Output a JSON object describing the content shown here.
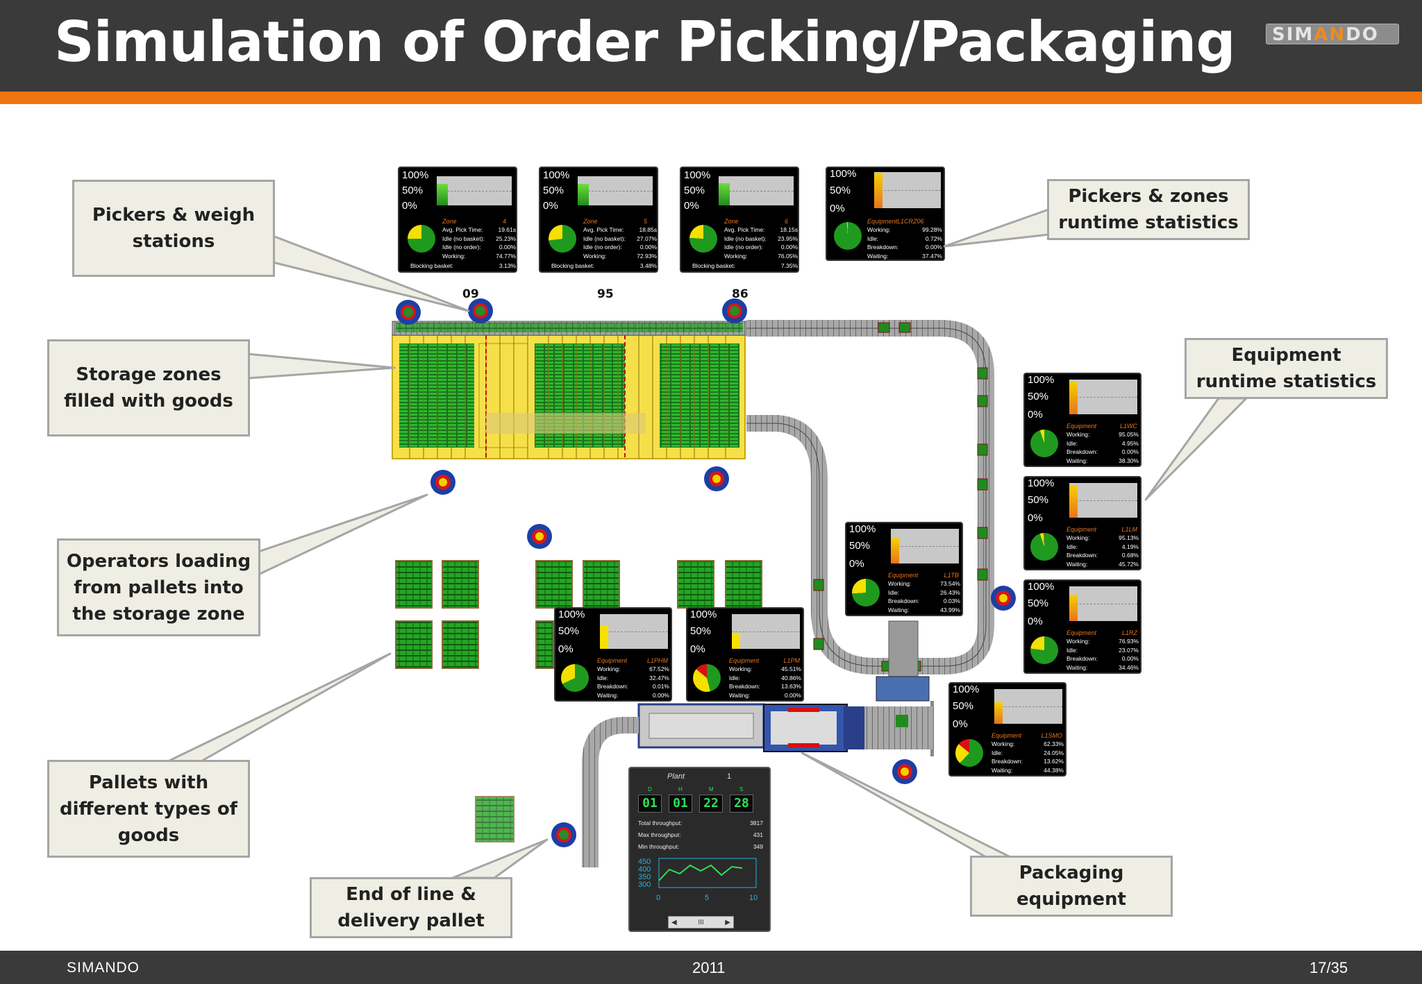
{
  "header": {
    "title": "Simulation of Order Picking/Packaging",
    "logo_a": "SIM",
    "logo_b": "AN",
    "logo_c": "DO"
  },
  "footer": {
    "brand": "SIMANDO",
    "year": "2011",
    "page": "17/35"
  },
  "colors": {
    "header_bg": "#3a3a3a",
    "accent": "#ee7510",
    "callout_bg": "#eeeee4",
    "callout_border": "#a5a5a5"
  },
  "callouts": {
    "pickers_weigh": "Pickers & weigh stations",
    "storage_zones": "Storage zones filled with goods",
    "operators_loading": "Operators loading from pallets into the storage zone",
    "pallets_types": "Pallets with different types of goods",
    "end_of_line": "End of line & delivery pallet",
    "pickers_zones_stats": "Pickers & zones runtime statistics",
    "equipment_stats": "Equipment runtime statistics",
    "packaging_equipment": "Packaging equipment"
  },
  "axis": {
    "p100": "100%",
    "p50": "50%",
    "p0": "0%"
  },
  "station_numbers": {
    "s1": "09",
    "s2": "95",
    "s3": "86"
  },
  "zone_panels": [
    {
      "label": "Zone",
      "id": "4",
      "avg_label": "Avg. Pick Time:",
      "avg": "19.61s",
      "idle_basket_label": "Idle (no basket):",
      "idle_basket": "25.23%",
      "idle_order_label": "Idle (no order):",
      "idle_order": "0.00%",
      "working_label": "Working:",
      "working": "74.77%",
      "blocking_label": "Blocking basket:",
      "blocking": "3.13%",
      "working_frac": 0.75
    },
    {
      "label": "Zone",
      "id": "5",
      "avg_label": "Avg. Pick Time:",
      "avg": "18.85s",
      "idle_basket_label": "Idle (no basket):",
      "idle_basket": "27.07%",
      "idle_order_label": "Idle (no order):",
      "idle_order": "0.00%",
      "working_label": "Working:",
      "working": "72.93%",
      "blocking_label": "Blocking basket:",
      "blocking": "3.48%",
      "working_frac": 0.73
    },
    {
      "label": "Zone",
      "id": "6",
      "avg_label": "Avg. Pick Time:",
      "avg": "18.15s",
      "idle_basket_label": "Idle (no basket):",
      "idle_basket": "23.95%",
      "idle_order_label": "Idle (no order):",
      "idle_order": "0.00%",
      "working_label": "Working:",
      "working": "76.05%",
      "blocking_label": "Blocking basket:",
      "blocking": "7.35%",
      "working_frac": 0.76
    }
  ],
  "equipment_panels": {
    "crz": {
      "title": "EquipmentL1CRZ06",
      "working": "99.28%",
      "idle": "0.72%",
      "breakdown": "0.00%",
      "waiting": "37.47%",
      "working_frac": 0.99,
      "breakdown_frac": 0.0
    },
    "wc": {
      "label": "Equipment",
      "id": "L1WC",
      "working": "95.05%",
      "idle": "4.95%",
      "breakdown": "0.00%",
      "waiting": "38.30%",
      "working_frac": 0.95,
      "breakdown_frac": 0.0
    },
    "lm": {
      "label": "Equipment",
      "id": "L1LM",
      "working": "95.13%",
      "idle": "4.19%",
      "breakdown": "0.68%",
      "waiting": "45.72%",
      "working_frac": 0.95,
      "breakdown_frac": 0.007
    },
    "tb": {
      "label": "Equipment",
      "id": "L1TB",
      "working": "73.54%",
      "idle": "26.43%",
      "breakdown": "0.03%",
      "waiting": "43.99%",
      "working_frac": 0.74,
      "breakdown_frac": 0.0
    },
    "rz": {
      "label": "Equipment",
      "id": "L1RZ",
      "working": "76.93%",
      "idle": "23.07%",
      "breakdown": "0.00%",
      "waiting": "34.46%",
      "working_frac": 0.77,
      "breakdown_frac": 0.0
    },
    "phm": {
      "label": "Equipment",
      "id": "L1PHM",
      "working": "67.52%",
      "idle": "32.47%",
      "breakdown": "0.01%",
      "waiting": "0.00%",
      "working_frac": 0.68,
      "breakdown_frac": 0.0
    },
    "pm": {
      "label": "Equipment",
      "id": "L1PM",
      "working": "45.51%",
      "idle": "40.86%",
      "breakdown": "13.63%",
      "waiting": "0.00%",
      "working_frac": 0.46,
      "breakdown_frac": 0.14
    },
    "smo": {
      "label": "Equipment",
      "id": "L1SMO",
      "working": "62.33%",
      "idle": "24.05%",
      "breakdown": "13.62%",
      "waiting": "44.38%",
      "working_frac": 0.62,
      "breakdown_frac": 0.14
    }
  },
  "stat_labels": {
    "working": "Working:",
    "idle": "Idle:",
    "breakdown": "Breakdown:",
    "waiting": "Waiting:"
  },
  "throughput": {
    "plant_label": "Plant",
    "plant_num": "1",
    "digit_labels": [
      "D",
      "H",
      "M",
      "S"
    ],
    "digits": [
      "01",
      "01",
      "22",
      "28"
    ],
    "total_label": "Total throughput:",
    "total": "3817",
    "max_label": "Max throughput:",
    "max": "431",
    "min_label": "Min throughput:",
    "min": "349",
    "y_ticks": [
      "450",
      "400",
      "350",
      "300"
    ],
    "x_ticks": [
      "0",
      "5",
      "10"
    ],
    "scroll_thumb": "III",
    "scroll_left": "◀",
    "scroll_right": "▶"
  }
}
